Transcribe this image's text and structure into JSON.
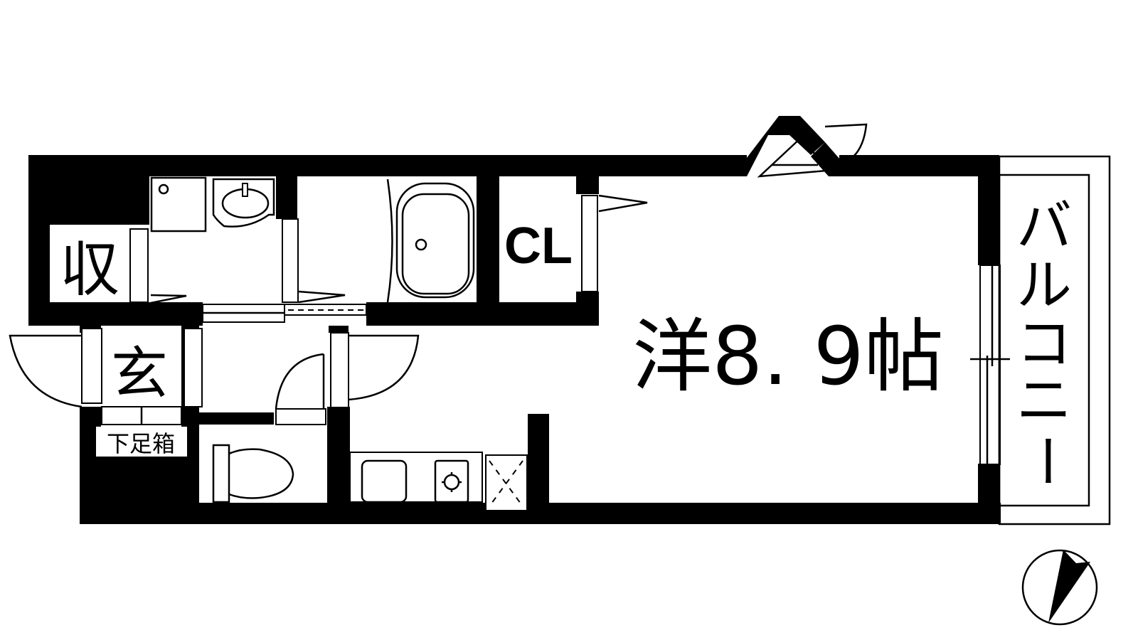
{
  "floor_plan": {
    "rooms": {
      "storage": {
        "label": "収",
        "meaning": "storage"
      },
      "entrance": {
        "label": "玄",
        "meaning": "entrance"
      },
      "shoe_cabinet": {
        "label": "下足箱"
      },
      "closet": {
        "label": "CL"
      },
      "western_room": {
        "label": "洋8. 9帖",
        "type": "洋",
        "size": "8. 9帖"
      },
      "balcony": {
        "label": "バルコニー",
        "chars": [
          "バ",
          "ル",
          "コ",
          "ニ",
          "ー"
        ]
      }
    },
    "fixtures": [
      "washing-machine-pan",
      "washbasin",
      "bathtub",
      "toilet",
      "kitchen-sink",
      "gas-stove",
      "refrigerator-space"
    ],
    "compass": {
      "icon": "north-arrow-icon"
    },
    "colors": {
      "wall": "#000000",
      "background": "#ffffff"
    }
  }
}
